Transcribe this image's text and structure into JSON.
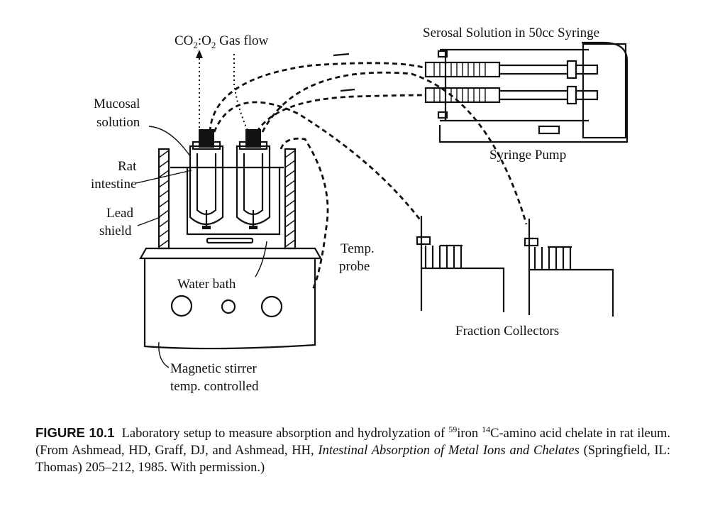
{
  "labels": {
    "gas_flow": "CO",
    "gas_sub1": "2",
    "gas_colon": ":O",
    "gas_sub2": "2",
    "gas_rest": " Gas flow",
    "serosal": "Serosal Solution in 50cc Syringe",
    "mucosal_1": "Mucosal",
    "mucosal_2": "solution",
    "rat_1": "Rat",
    "rat_2": "intestine",
    "lead_1": "Lead",
    "lead_2": "shield",
    "syringe_pump": "Syringe Pump",
    "temp_1": "Temp.",
    "temp_2": "probe",
    "water_bath": "Water bath",
    "fraction": "Fraction Collectors",
    "stirrer_1": "Magnetic stirrer",
    "stirrer_2": "temp. controlled"
  },
  "caption": {
    "figure_label": "FIGURE 10.1",
    "text_a": "Laboratory setup to measure absorption and hydrolyzation of ",
    "sup_59": "59",
    "text_b": "iron ",
    "sup_14": "14",
    "text_c": "C-amino acid chelate in rat ileum. (From Ashmead, HD, Graff, DJ, and Ashmead, HH, ",
    "book_title": "Intestinal Absorption of Metal Ions and Chelates",
    "text_d": " (Springfield, IL: Thomas) 205–212, 1985. With permission.)"
  }
}
